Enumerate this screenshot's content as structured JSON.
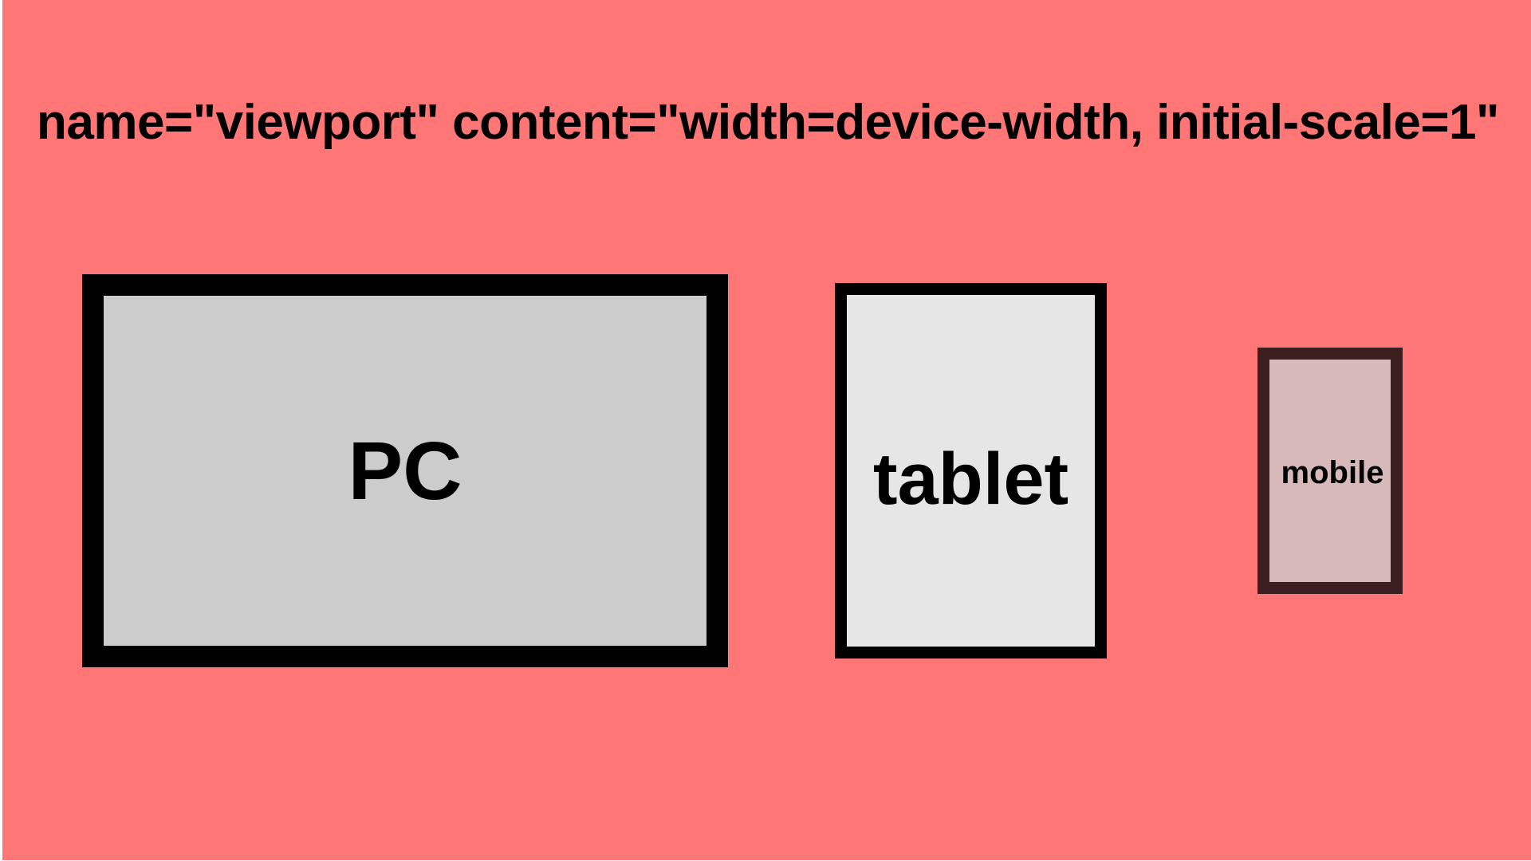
{
  "title": "name=\"viewport\" content=\"width=device-width, initial-scale=1\"",
  "devices": [
    {
      "label": "PC",
      "fill": "#cccccc",
      "border": "#000000"
    },
    {
      "label": "tablet",
      "fill": "#e6e6e6",
      "border": "#000000"
    },
    {
      "label": "mobile",
      "fill": "#d8b9ba",
      "border": "#3d1e20"
    }
  ],
  "colors": {
    "background": "#ff7676"
  }
}
